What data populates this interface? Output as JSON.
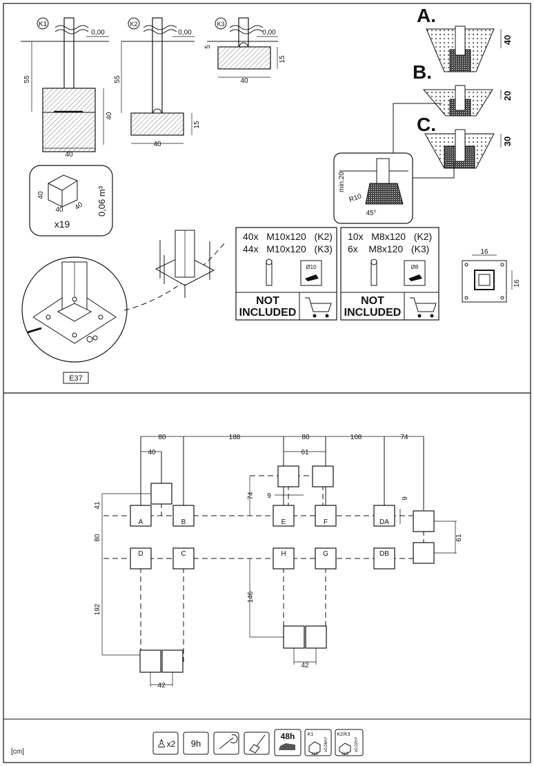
{
  "top_section": {
    "post_labels": [
      "K1",
      "K2",
      "K3"
    ],
    "level_label": "0,00",
    "k1": {
      "depth": "55",
      "block_h": "40",
      "block_w": "40"
    },
    "k2": {
      "depth": "55",
      "block_h": "15",
      "block_w": "40"
    },
    "k3": {
      "top": "5",
      "block_h": "15",
      "block_w": "40"
    },
    "volume": {
      "w": "40",
      "d": "40",
      "h": "40",
      "count": "x19",
      "volume": "0,06 m³"
    },
    "detail_label": "E37",
    "options": [
      {
        "letter": "A.",
        "dim": "40"
      },
      {
        "letter": "B.",
        "dim": "20"
      },
      {
        "letter": "C.",
        "dim": "30"
      }
    ],
    "inset": {
      "min": "min.20",
      "radius": "R10",
      "angle": "45°"
    },
    "anchors_k": {
      "line1": "40x   M10x120   (K2)",
      "line2": "44x   M10x120   (K3)",
      "drill": "Ø10",
      "not_included_1": "NOT",
      "not_included_2": "INCLUDED"
    },
    "anchors_m8": {
      "line1": "10x   M8x120   (K2)",
      "line2": "6x    M8x120   (K3)",
      "drill": "Ø8",
      "not_included_1": "NOT",
      "not_included_2": "INCLUDED"
    },
    "plate": {
      "w": "16",
      "h": "16"
    }
  },
  "plan": {
    "top_dims": [
      "80",
      "188",
      "80",
      "108",
      "74"
    ],
    "sub_dims": [
      "40",
      "61",
      "74",
      "9",
      "9",
      "41",
      "80",
      "61",
      "192",
      "146",
      "42",
      "42"
    ],
    "post_labels": [
      "A",
      "B",
      "E",
      "F",
      "DA",
      "D",
      "C",
      "H",
      "G",
      "DB"
    ]
  },
  "footer": {
    "unit": "[cm]",
    "persons": "x2",
    "time": "9h",
    "cure": "48h",
    "k1": "K1",
    "k1_count": "x19",
    "k1_vol": "≥0,06m³",
    "k23": "K2/K3",
    "k23_count": "x19",
    "k23_vol": "≥0,02m³"
  }
}
